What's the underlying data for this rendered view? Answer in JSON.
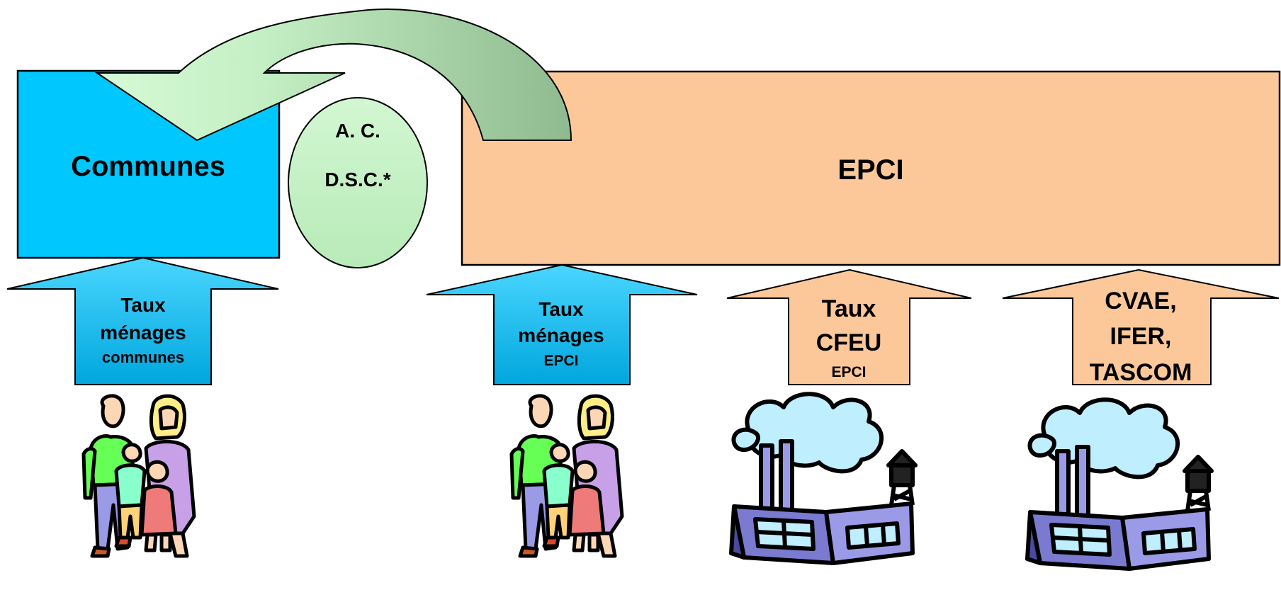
{
  "boxes": {
    "communes": "Communes",
    "epci": "EPCI"
  },
  "ellipse": {
    "line1": "A. C.",
    "line2": "D.S.C.*"
  },
  "arrows": {
    "menages_communes": {
      "line1": "Taux",
      "line2": "ménages",
      "line3": "communes"
    },
    "menages_epci": {
      "line1": "Taux",
      "line2": "ménages",
      "line3": "EPCI"
    },
    "cfeu": {
      "line1": "Taux",
      "line2": "CFEU",
      "line3": "EPCI"
    },
    "cvae": {
      "line1": "CVAE,",
      "line2": "IFER,",
      "line3": "TASCOM"
    }
  },
  "colors": {
    "communes_fill": "#00c8ff",
    "epci_fill": "#fcc89a",
    "ellipse_fill": "#c8f2c8",
    "curved_arrow_light": "#ccf5cc",
    "curved_arrow_dark": "#a0c8a0",
    "blue_arrow_top": "#4ad6ff",
    "blue_arrow_bottom": "#00a6de",
    "peach_arrow": "#fcc89a"
  },
  "icons": [
    "family-icon",
    "family-icon",
    "factory-icon",
    "factory-icon"
  ]
}
